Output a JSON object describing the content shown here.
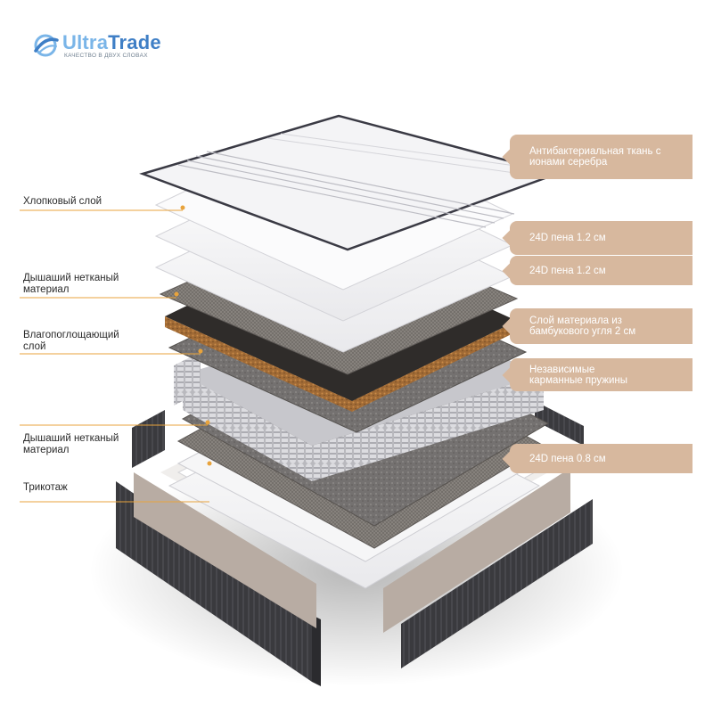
{
  "brand": {
    "name_part1": "Ultra",
    "name_part2": "Trade",
    "tagline": "КАЧЕСТВО В ДВУХ СЛОВАХ",
    "color_light": "#7ab5e8",
    "color_dark": "#3f7fc6"
  },
  "left_labels": [
    {
      "text": "Хлопковый слой"
    },
    {
      "text": "Дышаший нетканый\nматериал"
    },
    {
      "text": "Влагопоглощающий\nслой"
    },
    {
      "text": "Дышаший нетканый\nматериал"
    },
    {
      "text": "Трикотаж"
    }
  ],
  "right_tags": [
    {
      "text": "Антибактериальная ткань с\nионами серебра"
    },
    {
      "text": "24D пена 1.2 см"
    },
    {
      "text": "24D пена 1.2 см"
    },
    {
      "text": "Слой материала из\nбамбукового угля 2 см"
    },
    {
      "text": "Независимые\nкарманные пружины"
    },
    {
      "text": "24D пена 0.8 см"
    }
  ],
  "colors": {
    "accent_line": "#e8a33c",
    "tag_bg": "#d7b89e",
    "dot": "#e8a33c"
  },
  "icons": {
    "logo": "ring-logo-icon"
  }
}
